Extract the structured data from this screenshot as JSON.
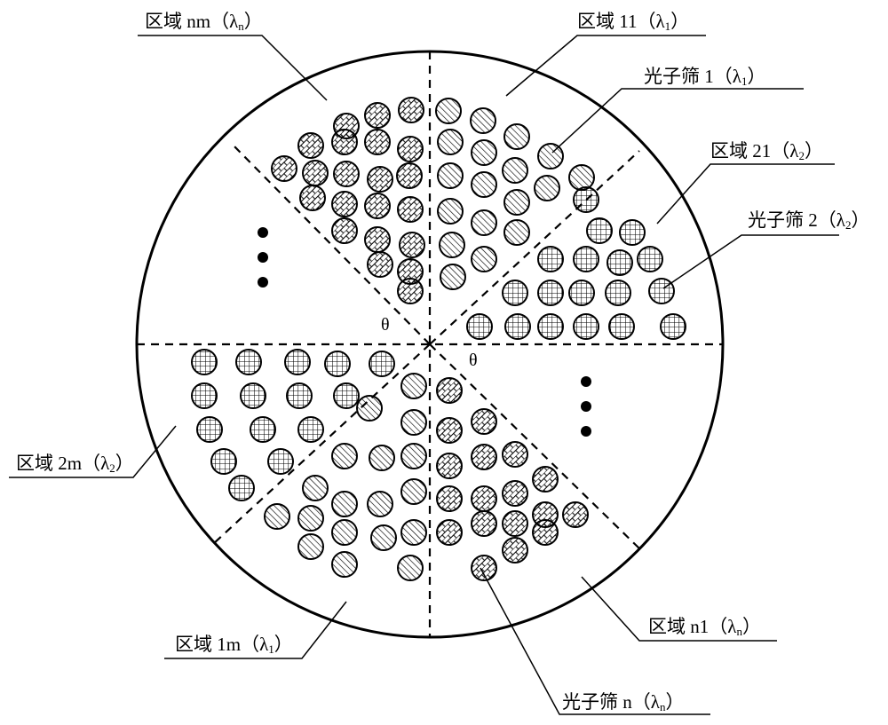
{
  "labels": {
    "region_nm": {
      "text": "区域 nm（λ",
      "sub": "n",
      "close": "）"
    },
    "region_11": {
      "text": "区域 11（λ",
      "sub": "1",
      "close": "）"
    },
    "sieve_1": {
      "text": "光子筛 1（λ",
      "sub": "1",
      "close": "）"
    },
    "region_21": {
      "text": "区域 21（λ",
      "sub": "2",
      "close": "）"
    },
    "sieve_2": {
      "text": "光子筛 2（λ",
      "sub": "2",
      "close": "）"
    },
    "region_2m": {
      "text": "区域 2m（λ",
      "sub": "2",
      "close": "）"
    },
    "region_1m": {
      "text": "区域 1m（λ",
      "sub": "1",
      "close": "）"
    },
    "region_n1": {
      "text": "区域 n1（λ",
      "sub": "n",
      "close": "）"
    },
    "sieve_n": {
      "text": "光子筛 n（λ",
      "sub": "n",
      "close": "）"
    }
  },
  "theta_symbol": "θ",
  "colors": {
    "stroke": "#000000",
    "fill": "#ffffff",
    "dot": "#000000"
  },
  "patterns": [
    "diagonal-hatch",
    "grid-crosshatch",
    "brick"
  ]
}
